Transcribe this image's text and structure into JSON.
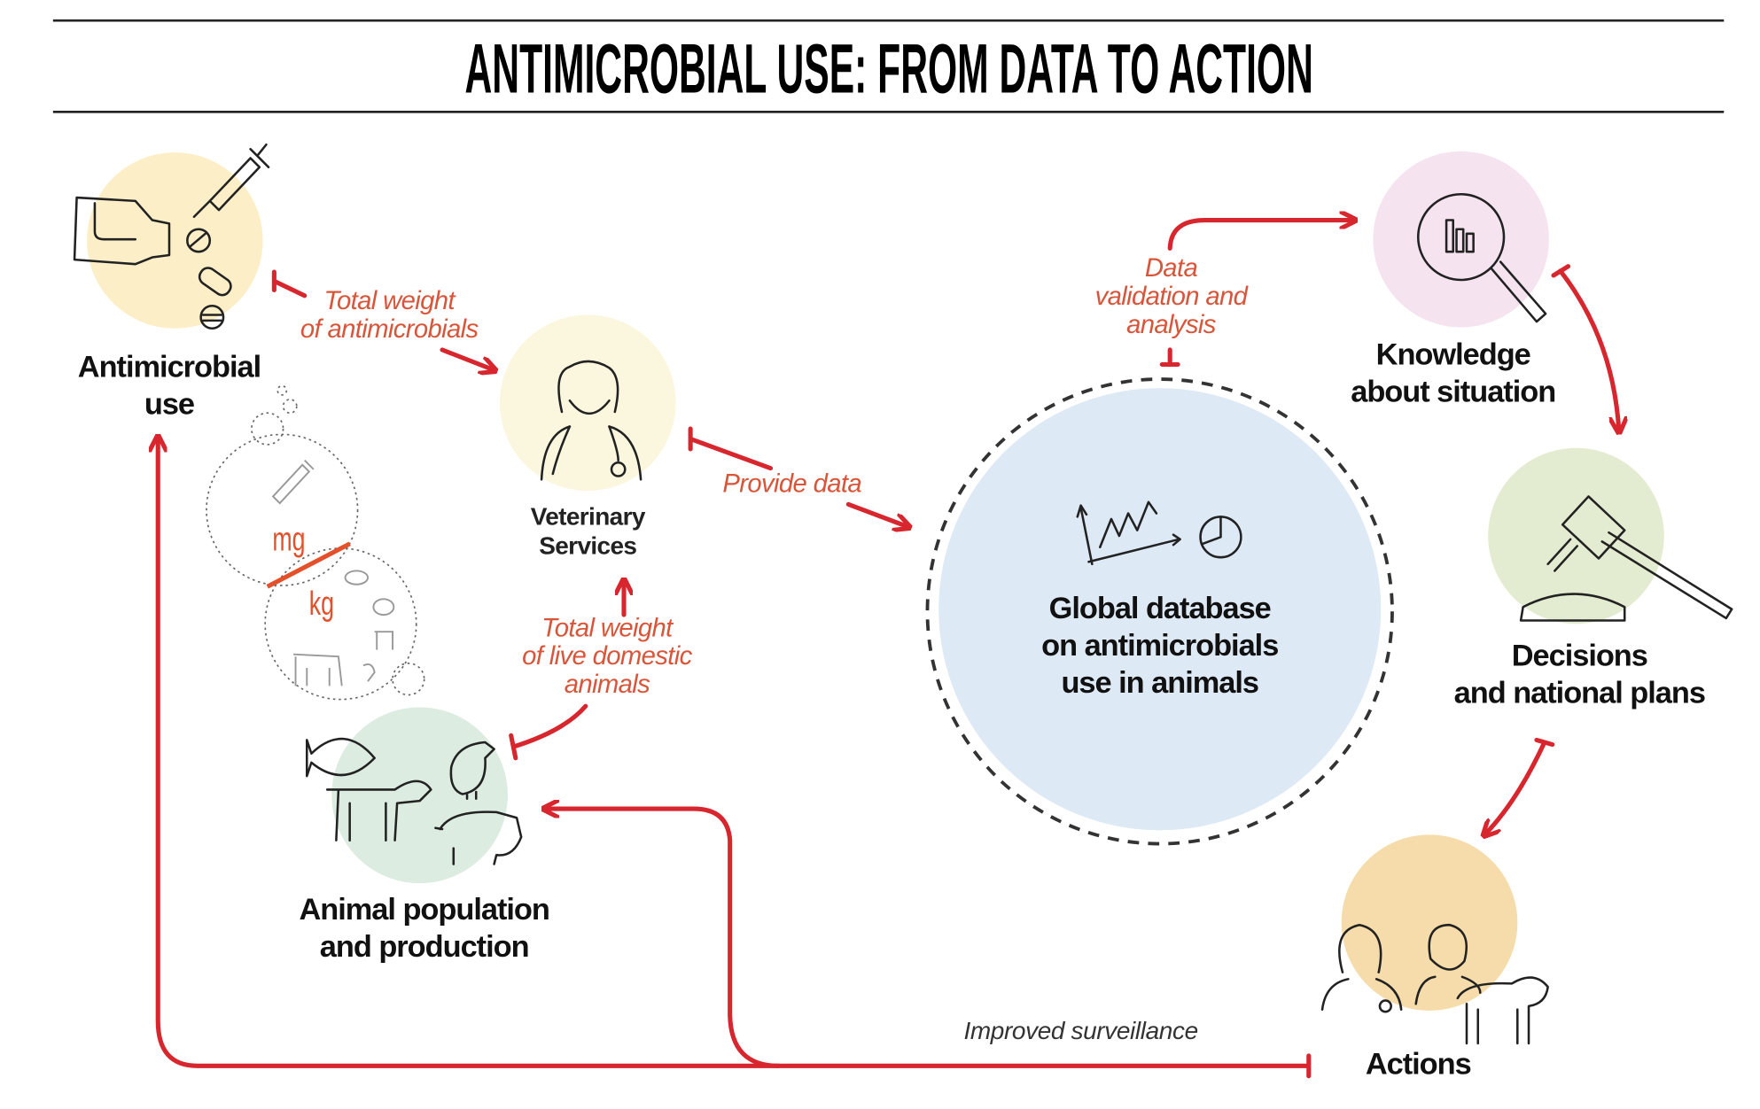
{
  "title": "ANTIMICROBIAL USE: FROM DATA TO ACTION",
  "nodes": {
    "antimicrobial_use": {
      "line1": "Antimicrobial",
      "line2": "use"
    },
    "veterinary_services": {
      "line1": "Veterinary",
      "line2": "Services"
    },
    "animal_population": {
      "line1": "Animal population",
      "line2": "and production"
    },
    "global_database": {
      "line1": "Global database",
      "line2": "on antimicrobials",
      "line3": "use in animals"
    },
    "knowledge": {
      "line1": "Knowledge",
      "line2": "about situation"
    },
    "decisions": {
      "line1": "Decisions",
      "line2": "and national plans"
    },
    "actions": {
      "line1": "Actions"
    }
  },
  "flows": {
    "total_weight_antimicrobials": {
      "line1": "Total weight",
      "line2": "of antimicrobials"
    },
    "provide_data": "Provide data",
    "total_weight_animals": {
      "line1": "Total weight",
      "line2": "of live domestic",
      "line3": "animals"
    },
    "data_validation": {
      "line1": "Data",
      "line2": "validation and",
      "line3": "analysis"
    },
    "improved_surveillance": "Improved surveillance"
  },
  "units": {
    "numerator": "mg",
    "denominator": "kg"
  },
  "colors": {
    "arrow": "#d7262e",
    "flow_text": "#d9553a",
    "database": "#dde9f4"
  }
}
